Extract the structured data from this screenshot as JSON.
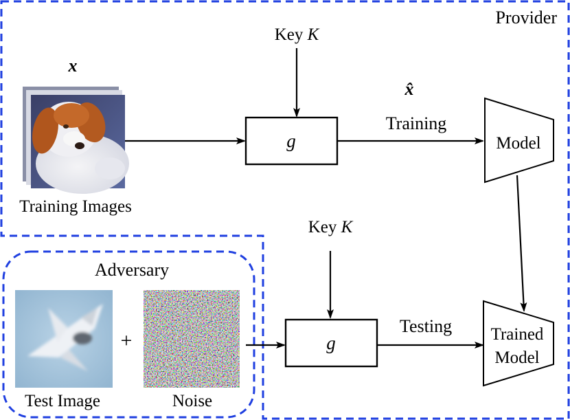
{
  "provider": {
    "label": "Provider",
    "input_symbol": "x",
    "output_symbol": "x̂",
    "training_images_label": "Training Images",
    "key_label_prefix": "Key ",
    "key_symbol": "K",
    "transform_symbol": "g",
    "training_label": "Training",
    "model_label": "Model"
  },
  "adversary": {
    "label": "Adversary",
    "test_image_label": "Test Image",
    "plus_sign": "+",
    "noise_label": "Noise",
    "key_label_prefix": "Key ",
    "key_symbol": "K",
    "transform_symbol": "g",
    "testing_label": "Testing",
    "trained_model_line1": "Trained",
    "trained_model_line2": "Model"
  },
  "colors": {
    "boundary_blue": "#1f3fe0",
    "stroke": "#000000"
  }
}
